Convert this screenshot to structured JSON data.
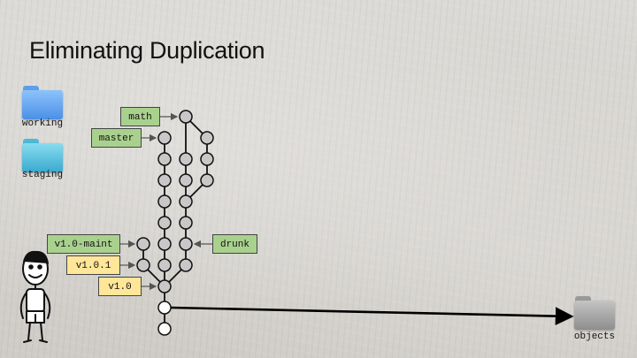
{
  "slide": {
    "title": "Eliminating Duplication"
  },
  "folders": {
    "working": "working",
    "staging": "staging",
    "objects": "objects"
  },
  "refs": {
    "math": "math",
    "master": "master",
    "v1_0_maint": "v1.0-maint",
    "v1_0_1": "v1.0.1",
    "v1_0": "v1.0",
    "drunk": "drunk"
  },
  "colors": {
    "branch_tag": "#a9d18e",
    "version_tag": "#ffe699",
    "commit": "#c8c8c8",
    "new_commit": "#ffffff"
  }
}
